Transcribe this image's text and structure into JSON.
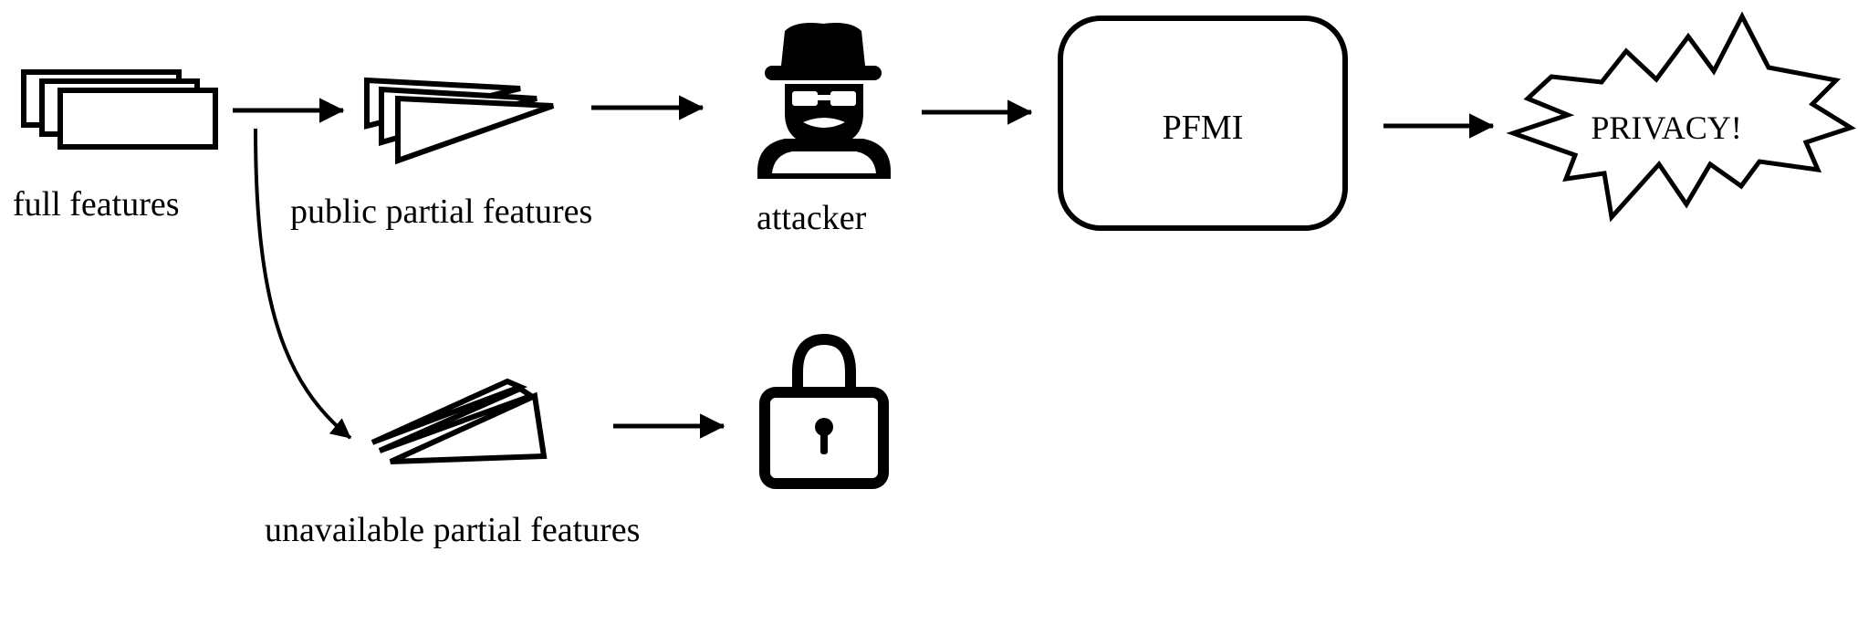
{
  "labels": {
    "full_features": "full features",
    "public_partial_features": "public partial features",
    "attacker": "attacker",
    "pfmi": "PFMI",
    "privacy": "PRIVACY!",
    "unavailable_partial_features": "unavailable partial features"
  },
  "icons": {
    "full_features": "stacked-rectangles-icon",
    "public_partial": "stacked-triangles-icon",
    "attacker": "spy-icon",
    "unavailable_partial": "stacked-triangles-icon",
    "lock": "padlock-icon",
    "privacy": "burst-shape"
  },
  "colors": {
    "stroke": "#000000",
    "fill": "#ffffff"
  }
}
